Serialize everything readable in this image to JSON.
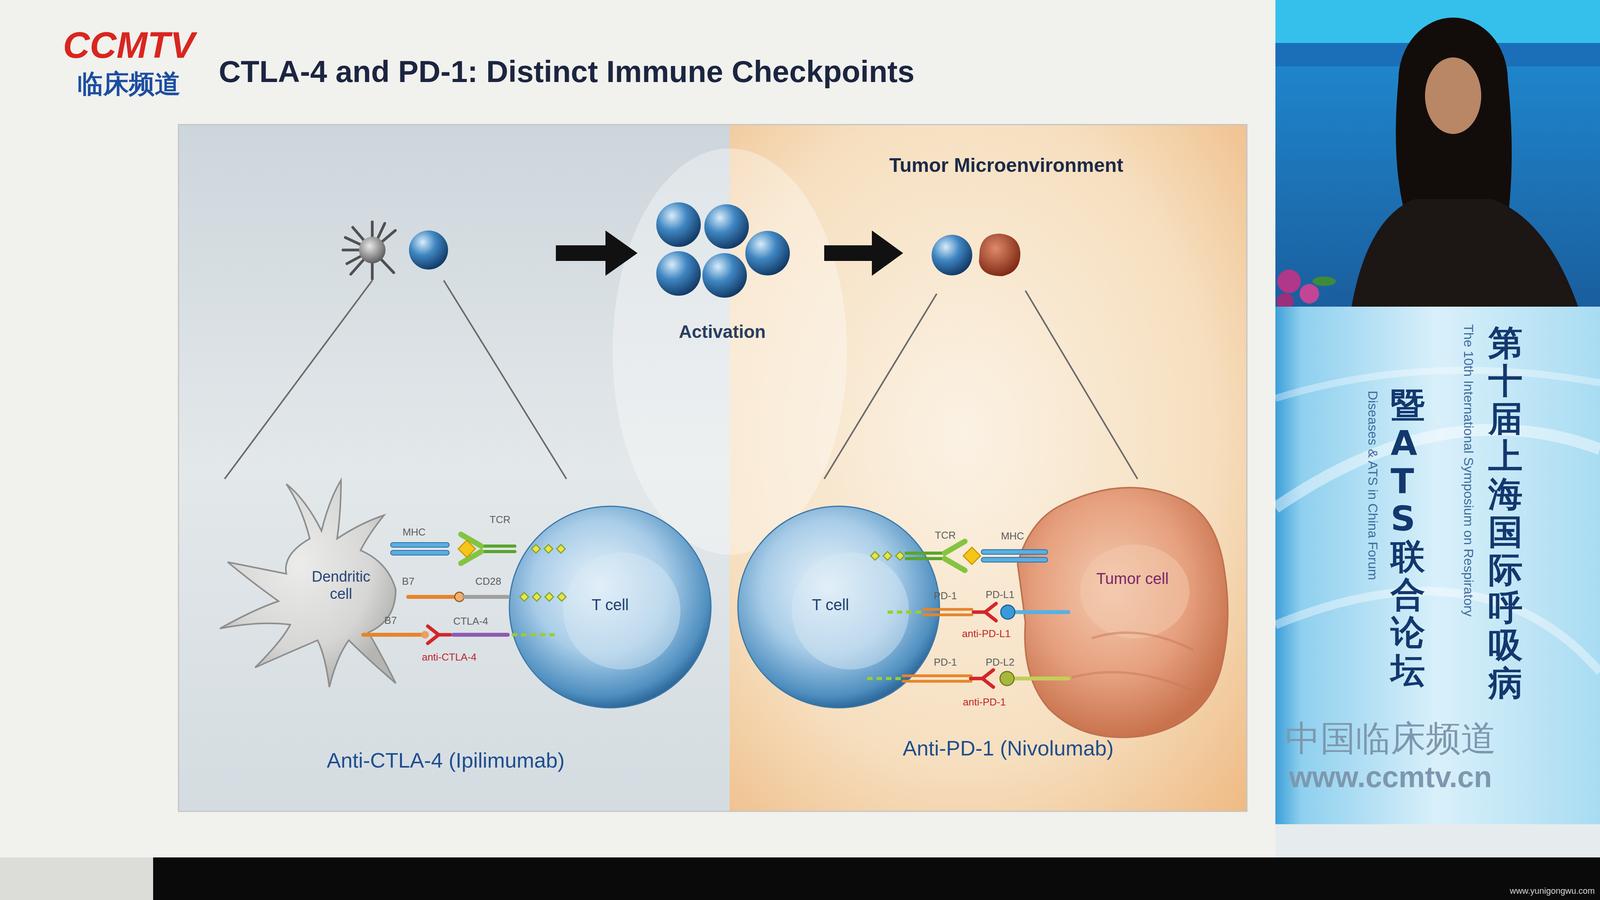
{
  "diagram": {
    "title": "CTLA-4 and PD-1: Distinct Immune Checkpoints",
    "nodes": [
      {
        "text": [
          "Anti-CTLA-4 (Ipilimumab)"
        ]
      },
      {
        "text": [
          "Tumor Microenvironment",
          "Anti-PD-1 (Nivolumab)"
        ]
      },
      {
        "text": [
          "Dendritic cell"
        ],
        "in": 0
      },
      {
        "text": [
          "T cell"
        ],
        "in": 0
      },
      {
        "text": [
          "T cell"
        ],
        "in": 1
      },
      {
        "text": [
          "Tumor cell"
        ],
        "in": 1
      }
    ],
    "labels": [
      "CCMTV",
      "临床频道",
      "Activation",
      "MHC",
      "TCR",
      "B7",
      "CD28",
      "B7",
      "CTLA-4",
      "anti-CTLA-4",
      "TCR",
      "MHC",
      "PD-1",
      "PD-L1",
      "anti-PD-L1",
      "PD-1",
      "PD-L2",
      "anti-PD-1",
      "第十届上海国际呼吸病",
      "The 10th International Symposium on Respiratory",
      "暨ATS联合论坛",
      "Diseases & ATS in China Forum",
      "中国临床频道",
      "www.ccmtv.cn",
      "www.yunigongwu.com"
    ]
  }
}
